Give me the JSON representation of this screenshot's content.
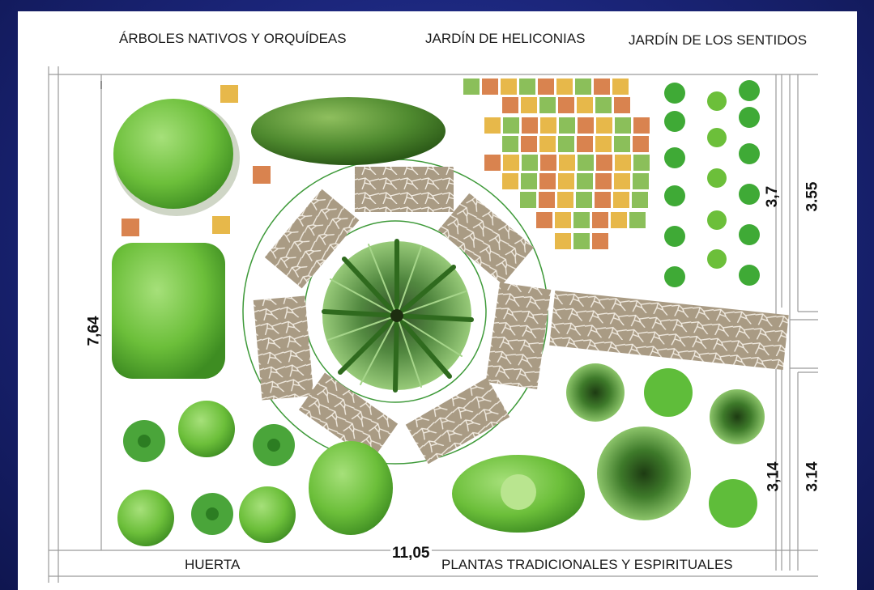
{
  "zones": {
    "arboles": "ÁRBOLES NATIVOS Y ORQUÍDEAS",
    "heliconias": "JARDÍN DE HELICONIAS",
    "sentidos": "JARDÍN DE LOS SENTIDOS",
    "huerta": "HUERTA",
    "plantas": "PLANTAS TRADICIONALES Y ESPIRITUALES"
  },
  "dimensions": {
    "width": "11,05",
    "height": "7,64",
    "right_top_inner": "3,7",
    "right_top_outer": "3.55",
    "right_bottom_inner": "3,14",
    "right_bottom_outer": "3.14"
  },
  "colors": {
    "background": "#1a2477",
    "tile_orange": "#d9834f",
    "tile_green": "#8bbf5a",
    "tile_yellow": "#e7b84a",
    "path_stone": "#a89a82",
    "foliage": "#6cbf3a",
    "circle_line": "#3f9a3a"
  }
}
